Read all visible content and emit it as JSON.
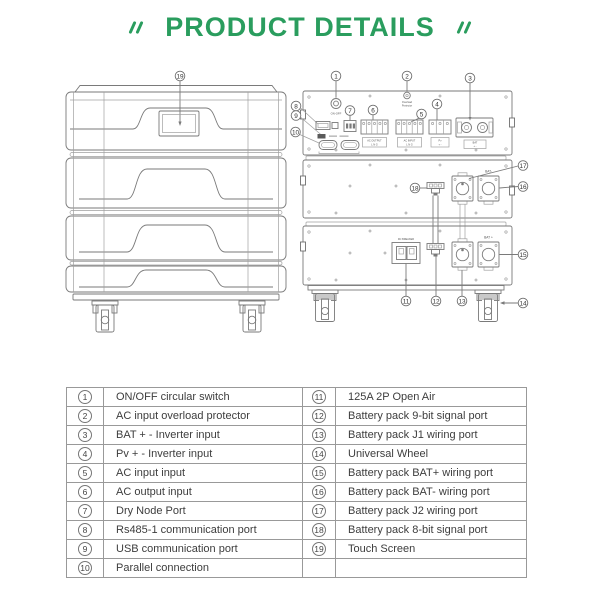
{
  "header": {
    "title": "PRODUCT DETAILS",
    "accent_color": "#2a9d5e"
  },
  "diagram": {
    "callout_numbers": [
      "1",
      "2",
      "3",
      "4",
      "5",
      "6",
      "7",
      "8",
      "9",
      "10",
      "11",
      "12",
      "13",
      "14",
      "15",
      "16",
      "17",
      "18",
      "19"
    ],
    "panel_labels": {
      "on_off": "ON-OFF",
      "overload_line1": "Overload",
      "overload_line2": "Protector",
      "ac_output": "AC OUTPUT",
      "ac_input": "AC INPUT",
      "lng": "L  N  G",
      "pv": "Pv",
      "plus_minus": "+  -",
      "bat": "BAT",
      "bat_minus": "BAT-",
      "bat_plus": "BAT +",
      "dc_breaker": "DC BREAKER"
    }
  },
  "legend_table": {
    "left_rows": [
      {
        "num": "1",
        "label": "ON/OFF circular switch"
      },
      {
        "num": "2",
        "label": "AC input overload protector"
      },
      {
        "num": "3",
        "label": "BAT + - Inverter input"
      },
      {
        "num": "4",
        "label": "Pv + - Inverter input"
      },
      {
        "num": "5",
        "label": "AC input input"
      },
      {
        "num": "6",
        "label": "AC output input"
      },
      {
        "num": "7",
        "label": "Dry Node Port"
      },
      {
        "num": "8",
        "label": "Rs485-1 communication port"
      },
      {
        "num": "9",
        "label": "USB communication port"
      },
      {
        "num": "10",
        "label": "Parallel connection"
      }
    ],
    "right_rows": [
      {
        "num": "11",
        "label": "125A 2P Open Air"
      },
      {
        "num": "12",
        "label": "Battery pack 9-bit signal port"
      },
      {
        "num": "13",
        "label": "Battery pack J1 wiring port"
      },
      {
        "num": "14",
        "label": "Universal Wheel"
      },
      {
        "num": "15",
        "label": "Battery pack BAT+ wiring port"
      },
      {
        "num": "16",
        "label": "Battery pack BAT- wiring port"
      },
      {
        "num": "17",
        "label": "Battery pack J2 wiring port"
      },
      {
        "num": "18",
        "label": "Battery pack 8-bit signal port"
      },
      {
        "num": "19",
        "label": "Touch Screen"
      }
    ]
  }
}
